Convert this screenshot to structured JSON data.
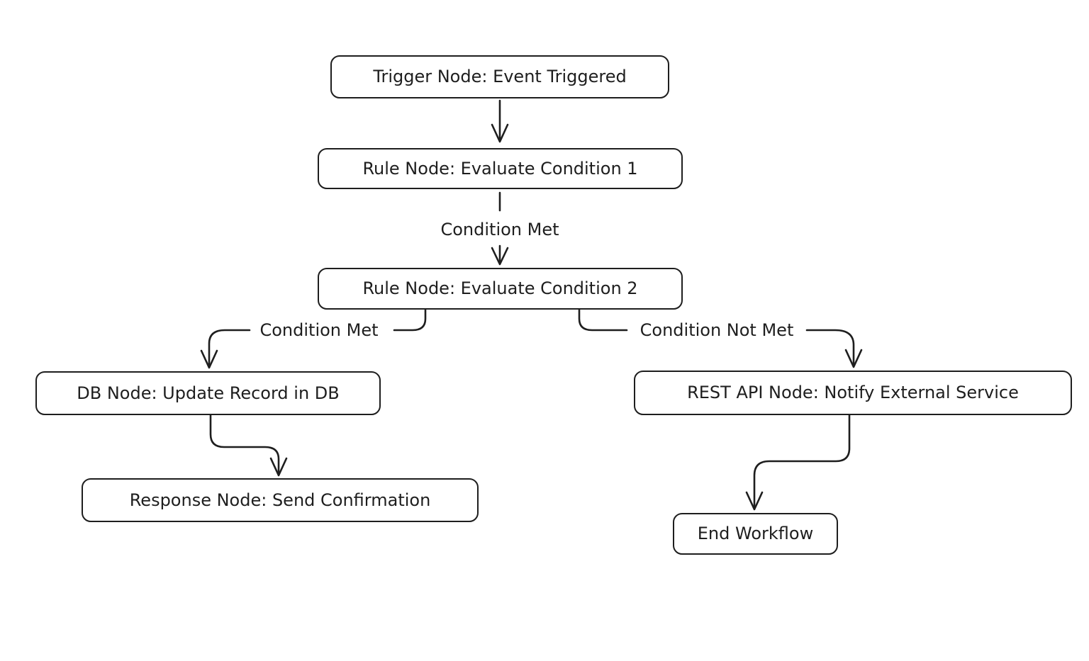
{
  "diagram": {
    "type": "flowchart",
    "direction": "top-down",
    "colors": {
      "background": "#ffffff",
      "node_fill": "#ffffff",
      "stroke": "#1e1e1e",
      "text": "#1e1e1e"
    },
    "nodes": [
      {
        "id": "trigger",
        "label": "Trigger Node: Event Triggered"
      },
      {
        "id": "rule1",
        "label": "Rule Node: Evaluate Condition 1"
      },
      {
        "id": "rule2",
        "label": "Rule Node: Evaluate Condition 2"
      },
      {
        "id": "db",
        "label": "DB Node: Update Record in DB"
      },
      {
        "id": "rest",
        "label": "REST API Node: Notify External Service"
      },
      {
        "id": "response",
        "label": "Response Node: Send Confirmation"
      },
      {
        "id": "end",
        "label": "End Workflow"
      }
    ],
    "edges": [
      {
        "from": "trigger",
        "to": "rule1",
        "label": ""
      },
      {
        "from": "rule1",
        "to": "rule2",
        "label": "Condition Met"
      },
      {
        "from": "rule2",
        "to": "db",
        "label": "Condition Met"
      },
      {
        "from": "rule2",
        "to": "rest",
        "label": "Condition Not Met"
      },
      {
        "from": "db",
        "to": "response",
        "label": ""
      },
      {
        "from": "rest",
        "to": "end",
        "label": ""
      }
    ]
  }
}
